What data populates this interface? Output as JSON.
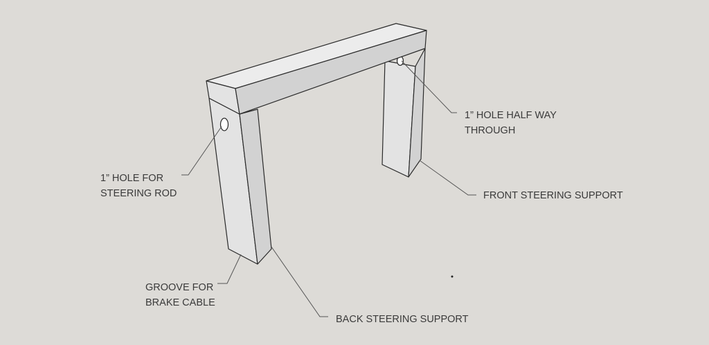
{
  "colors": {
    "background": "#dddbd7",
    "face_top": "#ececec",
    "face_front": "#e3e3e3",
    "face_side": "#d2d2d2",
    "edge": "#2a2a2a",
    "text": "#3a3a3a"
  },
  "labels": {
    "hole_steering_rod": [
      "1” HOLE FOR",
      "STEERING ROD"
    ],
    "hole_half_way": [
      "1” HOLE HALF WAY",
      "THROUGH"
    ],
    "front_support": [
      "FRONT STEERING SUPPORT"
    ],
    "groove": [
      "GROOVE FOR",
      "BRAKE CABLE"
    ],
    "back_support": [
      "BACK STEERING SUPPORT"
    ]
  }
}
